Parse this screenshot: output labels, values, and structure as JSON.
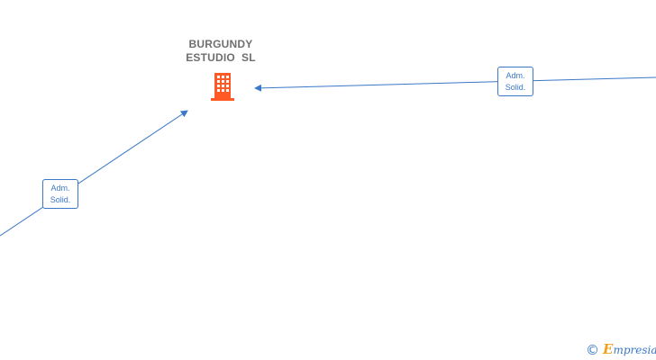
{
  "company": {
    "name_line1": "BURGUNDY",
    "name_line2": "ESTUDIO  SL",
    "icon": "building-icon",
    "icon_color": "#ff5a26"
  },
  "relations": [
    {
      "label_line1": "Adm.",
      "label_line2": "Solid."
    },
    {
      "label_line1": "Adm.",
      "label_line2": "Solid."
    }
  ],
  "colors": {
    "link": "#3a78c8",
    "company_text": "#6f6f6f"
  },
  "watermark": {
    "symbol": "©",
    "brand_initial": "E",
    "brand_rest": "mpresia"
  }
}
